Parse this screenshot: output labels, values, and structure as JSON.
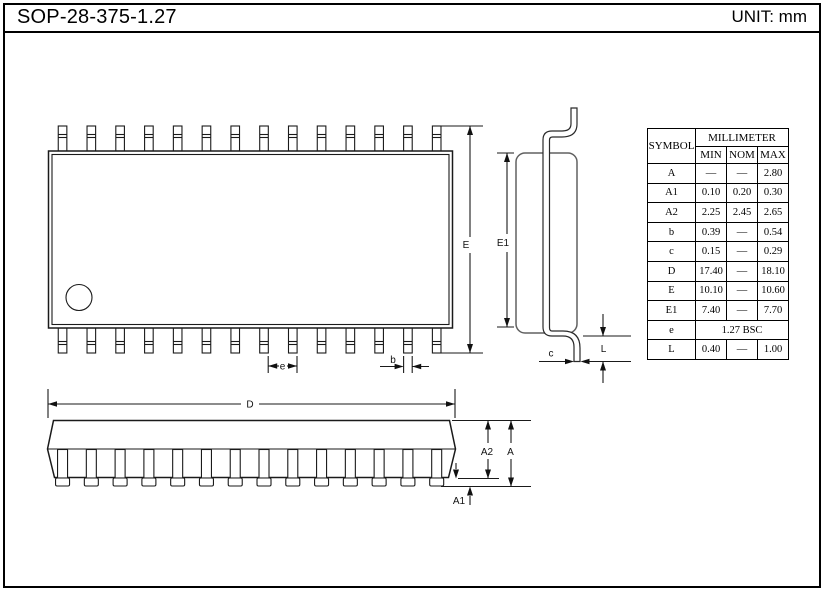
{
  "title_bar": {
    "title": "SOP-28-375-1.27",
    "unit": "UNIT: mm"
  },
  "dimension_labels": {
    "E": "E",
    "E1": "E1",
    "e": "e",
    "b": "b",
    "c": "c",
    "L": "L",
    "D": "D",
    "A": "A",
    "A1": "A1",
    "A2": "A2"
  },
  "table": {
    "symbol_header": "SYMBOL",
    "millimeter_header": "MILLIMETER",
    "columns": [
      "MIN",
      "NOM",
      "MAX"
    ],
    "rows": [
      {
        "symbol": "A",
        "min": "—",
        "nom": "—",
        "max": "2.80"
      },
      {
        "symbol": "A1",
        "min": "0.10",
        "nom": "0.20",
        "max": "0.30"
      },
      {
        "symbol": "A2",
        "min": "2.25",
        "nom": "2.45",
        "max": "2.65"
      },
      {
        "symbol": "b",
        "min": "0.39",
        "nom": "—",
        "max": "0.54"
      },
      {
        "symbol": "c",
        "min": "0.15",
        "nom": "—",
        "max": "0.29"
      },
      {
        "symbol": "D",
        "min": "17.40",
        "nom": "—",
        "max": "18.10"
      },
      {
        "symbol": "E",
        "min": "10.10",
        "nom": "—",
        "max": "10.60"
      },
      {
        "symbol": "E1",
        "min": "7.40",
        "nom": "—",
        "max": "7.70"
      },
      {
        "symbol": "e",
        "span": "1.27 BSC"
      },
      {
        "symbol": "L",
        "min": "0.40",
        "nom": "—",
        "max": "1.00"
      }
    ]
  },
  "drawing": {
    "pin_count_per_row": 14,
    "total_pins": 28,
    "line_color": "#1a1a1a"
  }
}
